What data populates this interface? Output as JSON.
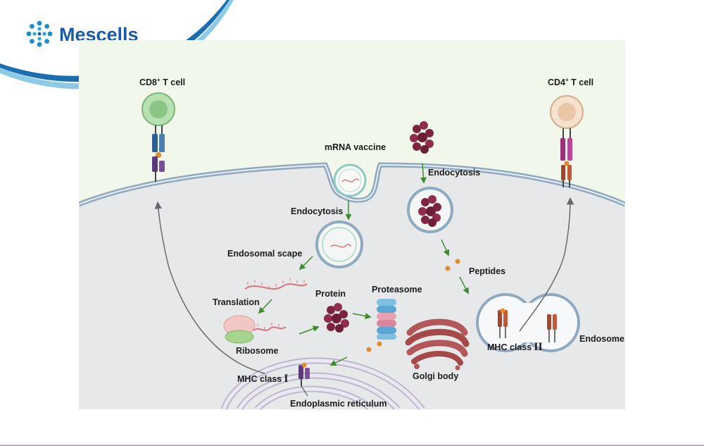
{
  "brand": {
    "name": "Mescells"
  },
  "labels": {
    "cd8_t_cell": "CD8",
    "cd8_sup": "+",
    "cd8_suffix": " T cell",
    "cd4_t_cell": "CD4",
    "cd4_sup": "+",
    "cd4_suffix": " T cell",
    "mrna_vaccine": "mRNA vaccine",
    "endocytosis_left": "Endocytosis",
    "endocytosis_right": "Endocytosis",
    "endosomal_escape": "Endosomal scape",
    "translation": "Translation",
    "ribosome": "Ribosome",
    "protein": "Protein",
    "proteasome": "Proteasome",
    "peptides": "Peptides",
    "golgi_body": "Golgi body",
    "endosome": "Endosome",
    "mhc_class_1": "MHC class",
    "mhc_class_1_numeral": "I",
    "mhc_class_2": "MHC class",
    "mhc_class_2_numeral": "II",
    "endoplasmic_reticulum": "Endoplasmic reticulum"
  },
  "colors": {
    "brand_blue": "#1b5aa6",
    "extracellular": "#f2f7ec",
    "cytoplasm": "#e7e8ea",
    "membrane": "#8fa9c0",
    "arrow_green": "#3e8a2e",
    "protein_maroon": "#7c2440",
    "peptide_orange": "#e08c2c",
    "golgi_red": "#a5494a",
    "er_lavender": "#e6e2ee",
    "cd8_green": "#9fd39a",
    "cd4_peach": "#f2d6bd"
  }
}
